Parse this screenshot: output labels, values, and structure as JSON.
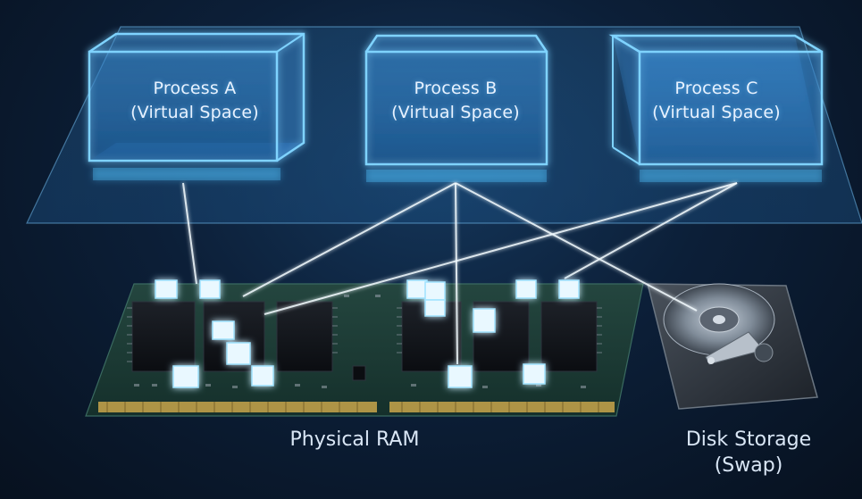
{
  "processes": [
    {
      "name": "Process A",
      "sub": "(Virtual Space)"
    },
    {
      "name": "Process B",
      "sub": "(Virtual Space)"
    },
    {
      "name": "Process C",
      "sub": "(Virtual Space)"
    }
  ],
  "ram_label": "Physical RAM",
  "disk_label": {
    "line1": "Disk Storage",
    "line2": "(Swap)"
  },
  "colors": {
    "background": "#0c1f38",
    "glow": "#4fc3ff",
    "page_block": "#e9f8ff",
    "pcb": "#1d3a36",
    "chip": "#0f1218",
    "gold_contacts": "#c9a64b",
    "disk_body": "#2a2f36"
  }
}
